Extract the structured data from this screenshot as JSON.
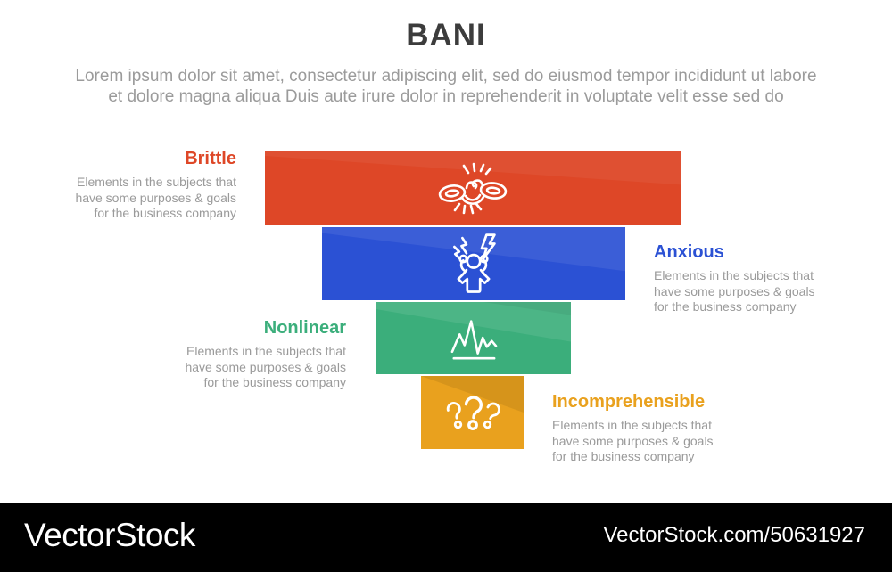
{
  "header": {
    "title": "BANI",
    "subtitle_line1": "Lorem ipsum dolor sit amet, consectetur adipiscing elit, sed do eiusmod tempor incididunt ut labore",
    "subtitle_line2": "et dolore magna aliqua Duis aute irure dolor in reprehenderit in voluptate velit esse sed do"
  },
  "items": [
    {
      "label": "Brittle",
      "color": "#de4727",
      "icon": "broken-chain-icon",
      "side": "left",
      "desc_lines": [
        "Elements in the subjects that",
        "have  some purposes & goals",
        "for the  business company"
      ]
    },
    {
      "label": "Anxious",
      "color": "#2b51d4",
      "icon": "anxious-head-icon",
      "side": "right",
      "desc_lines": [
        "Elements in the subjects that",
        "have  some purposes & goals",
        "for the  business company"
      ]
    },
    {
      "label": "Nonlinear",
      "color": "#3bae7b",
      "icon": "waveform-icon",
      "side": "left",
      "desc_lines": [
        "Elements in the subjects that",
        "have  some purposes & goals",
        "for the  business company"
      ]
    },
    {
      "label": "Incomprehensible",
      "color": "#e9a11e",
      "icon": "question-marks-icon",
      "side": "right",
      "desc_lines": [
        "Elements in the subjects that",
        "have  some purposes & goals",
        "for the  business company"
      ]
    }
  ],
  "colors": {
    "title_text": "#3c3c3c",
    "muted_text": "#9b9b9b",
    "watermark_bg": "#000000"
  },
  "watermark": {
    "logo": "VectorStock",
    "url": "VectorStock.com/50631927"
  }
}
